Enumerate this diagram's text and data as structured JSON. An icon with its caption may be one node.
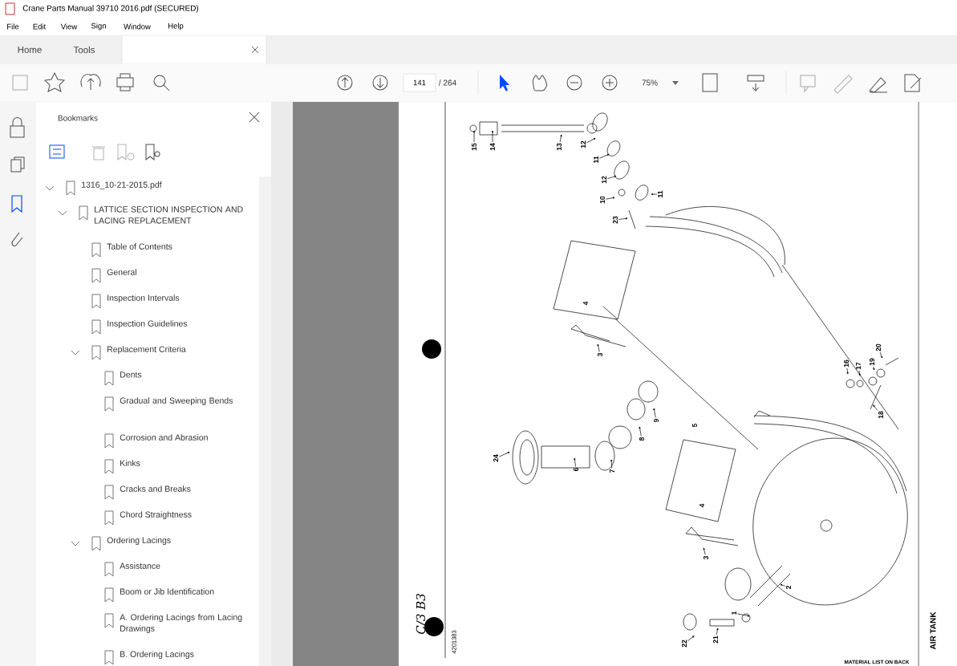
{
  "diagram": {
    "title": "Crane Parts Manual 39710 2016.pdf (SECURED)",
    "nodes": [
      {
        "text": [
          "15"
        ]
      },
      {
        "text": [
          "14"
        ]
      },
      {
        "text": [
          "13"
        ]
      },
      {
        "text": [
          "12"
        ]
      },
      {
        "text": [
          "11"
        ]
      },
      {
        "text": [
          "12"
        ]
      },
      {
        "text": [
          "10"
        ]
      },
      {
        "text": [
          "23"
        ]
      },
      {
        "text": [
          "11"
        ]
      },
      {
        "text": [
          "3"
        ]
      },
      {
        "text": [
          "20"
        ]
      },
      {
        "text": [
          "16"
        ]
      },
      {
        "text": [
          "17"
        ]
      },
      {
        "text": [
          "19"
        ]
      },
      {
        "text": [
          "18"
        ]
      },
      {
        "text": [
          "9"
        ]
      },
      {
        "text": [
          "8"
        ]
      },
      {
        "text": [
          "24"
        ]
      },
      {
        "text": [
          "6"
        ]
      },
      {
        "text": [
          "7"
        ]
      },
      {
        "text": [
          "3"
        ]
      },
      {
        "text": [
          "2"
        ]
      },
      {
        "text": [
          "1"
        ]
      },
      {
        "text": [
          "22"
        ]
      },
      {
        "text": [
          "21"
        ]
      }
    ],
    "edges": [
      {
        "from": 0,
        "to": null,
        "arrow": "to"
      },
      {
        "from": 1,
        "to": null,
        "arrow": "to"
      },
      {
        "from": 2,
        "to": null,
        "arrow": "to"
      },
      {
        "from": 3,
        "to": null,
        "arrow": "to"
      },
      {
        "from": 4,
        "to": null,
        "arrow": "to"
      },
      {
        "from": 5,
        "to": null,
        "arrow": "to"
      },
      {
        "from": 6,
        "to": null,
        "arrow": "to"
      },
      {
        "from": 7,
        "to": null,
        "arrow": "to"
      },
      {
        "from": 8,
        "to": null,
        "arrow": "to"
      },
      {
        "from": 9,
        "to": null,
        "arrow": "to"
      },
      {
        "from": 10,
        "to": null,
        "arrow": "to"
      },
      {
        "from": 11,
        "to": null,
        "arrow": "to"
      },
      {
        "from": 12,
        "to": null,
        "arrow": "to"
      },
      {
        "from": 13,
        "to": null,
        "arrow": "to"
      },
      {
        "from": 14,
        "to": null,
        "arrow": "to"
      },
      {
        "from": 15,
        "to": null,
        "arrow": "to"
      },
      {
        "from": 16,
        "to": null,
        "arrow": "to"
      },
      {
        "from": 17,
        "to": null,
        "arrow": "to"
      },
      {
        "from": 18,
        "to": null,
        "arrow": "to"
      },
      {
        "from": 19,
        "to": null,
        "arrow": "to"
      },
      {
        "from": 20,
        "to": null,
        "arrow": "to"
      },
      {
        "from": 21,
        "to": null,
        "arrow": "to"
      },
      {
        "from": 22,
        "to": null,
        "arrow": "to"
      },
      {
        "from": 23,
        "to": null,
        "arrow": "to"
      },
      {
        "from": 24,
        "to": null,
        "arrow": "to"
      }
    ],
    "labels": [
      "File",
      "Edit",
      "View",
      "Sign",
      "Window",
      "Help",
      "Home",
      "Tools",
      "141",
      "/ 264",
      "75%",
      "Bookmarks",
      "1316_10-21-2015.pdf",
      "LATTICE SECTION INSPECTION AND LACING REPLACEMENT",
      "Table of Contents",
      "General",
      "Inspection Intervals",
      "Inspection Guidelines",
      "Replacement Criteria",
      "Dents",
      "Gradual and Sweeping Bends",
      "Corrosion and Abrasion",
      "Kinks",
      "Cracks and Breaks",
      "Chord Straightness",
      "Ordering Lacings",
      "Assistance",
      "Boom or Jib Identification",
      "A. Ordering Lacings from Lacing Drawings",
      "B. Ordering Lacings",
      "4",
      "5",
      "4",
      "AIR TANK",
      "MATERIAL LIST ON BACK",
      "4201383",
      "C/3 B3"
    ]
  }
}
